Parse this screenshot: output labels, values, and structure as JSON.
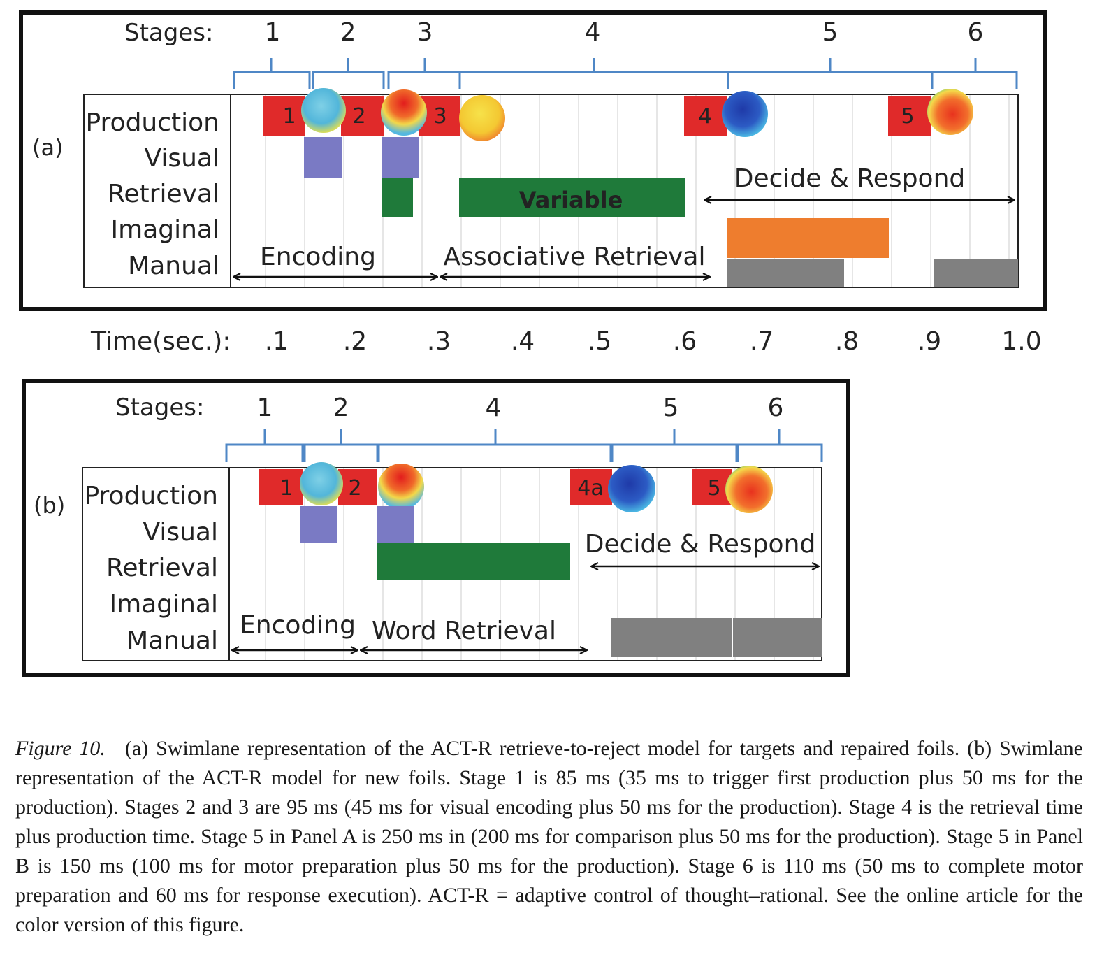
{
  "panel_a": {
    "tag": "(a)",
    "stages_label": "Stages:",
    "stages": [
      "1",
      "2",
      "3",
      "4",
      "5",
      "6"
    ],
    "lanes": [
      "Production",
      "Visual",
      "Retrieval",
      "Imaginal",
      "Manual"
    ],
    "productions": [
      "1",
      "2",
      "3",
      "4",
      "5"
    ],
    "retrieval_label": "Variable",
    "phases": [
      "Encoding",
      "Associative Retrieval",
      "Decide & Respond"
    ]
  },
  "time_axis": {
    "label": "Time(sec.):",
    "ticks": [
      ".1",
      ".2",
      ".3",
      ".4",
      ".5",
      ".6",
      ".7",
      ".8",
      ".9",
      "1.0"
    ]
  },
  "panel_b": {
    "tag": "(b)",
    "stages_label": "Stages:",
    "stages": [
      "1",
      "2",
      "4",
      "5",
      "6"
    ],
    "lanes": [
      "Production",
      "Visual",
      "Retrieval",
      "Imaginal",
      "Manual"
    ],
    "productions": [
      "1",
      "2",
      "4a",
      "5"
    ],
    "phases": [
      "Encoding",
      "Word Retrieval",
      "Decide & Respond"
    ]
  },
  "colors": {
    "production": "#e02a2a",
    "visual": "#7a7ac4",
    "retrieval": "#1f7a3a",
    "imaginal": "#ee7d2e",
    "manual": "#808080",
    "bracket": "#4f87c6"
  },
  "caption": {
    "label": "Figure 10.",
    "text": "(a) Swimlane representation of the ACT-R retrieve-to-reject model for targets and repaired foils. (b) Swimlane representation of the ACT-R model for new foils. Stage 1 is 85 ms (35 ms to trigger first production plus 50 ms for the production). Stages 2 and 3 are 95 ms (45 ms for visual encoding plus 50 ms for the production). Stage 4 is the retrieval time plus production time. Stage 5 in Panel A is 250 ms in (200 ms for comparison plus 50 ms for the production). Stage 5 in Panel B is 150 ms (100 ms for motor preparation plus 50 ms for the production). Stage 6 is 110 ms (50 ms to complete motor preparation and 60 ms for response execution). ACT-R = adaptive control of thought–rational. See the online article for the color version of this figure."
  }
}
